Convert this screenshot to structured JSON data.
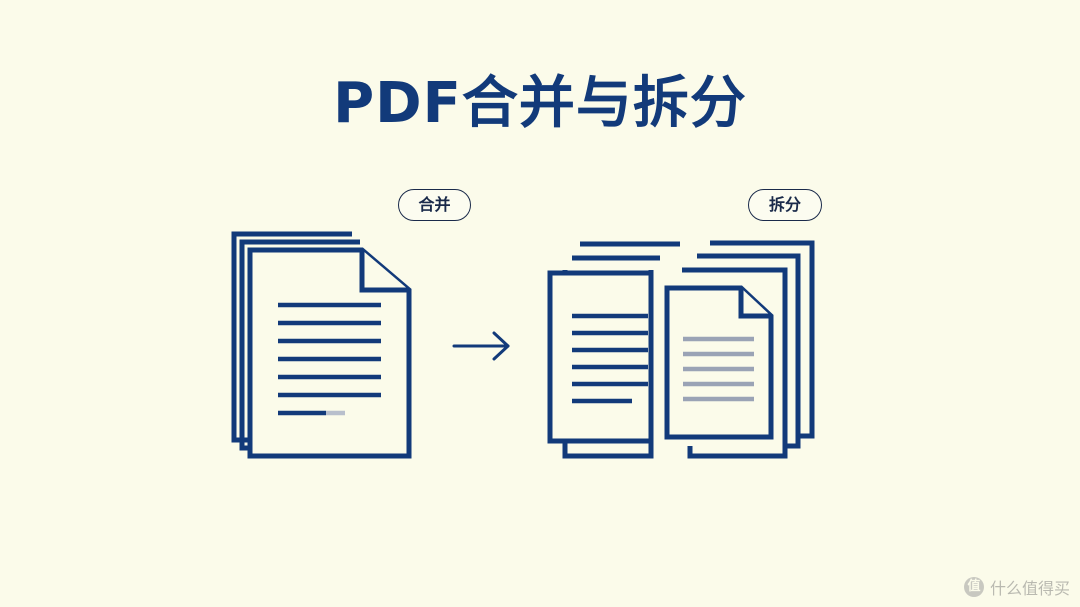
{
  "title": "PDF合并与拆分",
  "labels": {
    "merge": "合并",
    "split": "拆分"
  },
  "watermark": {
    "icon_glyph": "值",
    "text": "什么值得买"
  },
  "colors": {
    "background": "#fbfbea",
    "primary": "#123a7a",
    "muted_line": "#9aa3b5"
  },
  "icons": [
    "merged-document-stack-icon",
    "right-arrow-icon",
    "split-documents-icon"
  ]
}
